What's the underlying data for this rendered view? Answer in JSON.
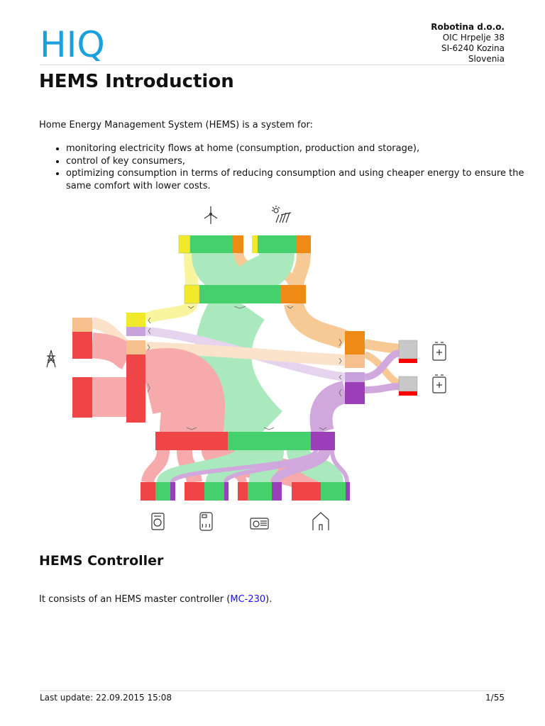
{
  "header": {
    "logo_text": "HIQ",
    "company_name": "Robotina d.o.o.",
    "address_line1": "OIC Hrpelje 38",
    "address_line2": "SI-6240 Kozina",
    "address_line3": "Slovenia"
  },
  "title": "HEMS Introduction",
  "intro": "Home Energy Management System (HEMS) is a system for:",
  "bullets": [
    "monitoring electricity flows at home (consumption, production and storage),",
    "control of key consumers,",
    "optimizing consumption in terms of reducing consumption and using cheaper energy to ensure the same comfort with lower costs."
  ],
  "diagram": {
    "icons": [
      "wind-turbine-icon",
      "solar-panel-icon",
      "power-grid-tower-icon",
      "battery-icon",
      "battery-icon",
      "washing-machine-icon",
      "water-heater-icon",
      "air-conditioner-icon",
      "house-icon"
    ],
    "colors": {
      "yellow": "#f0ea2a",
      "green": "#45d06e",
      "orange": "#ef8a17",
      "red": "#ef4546",
      "purple": "#9b3fb8",
      "peach": "#f5c08d",
      "lilac": "#c8a2dc",
      "battery_gray": "#c8c8c8"
    }
  },
  "section2": {
    "title": "HEMS Controller",
    "text_before": "It consists of an HEMS master controller (",
    "link": "MC-230",
    "text_after": ")."
  },
  "footer": {
    "last_update": "Last update: 22.09.2015 15:08",
    "page": "1/55"
  }
}
